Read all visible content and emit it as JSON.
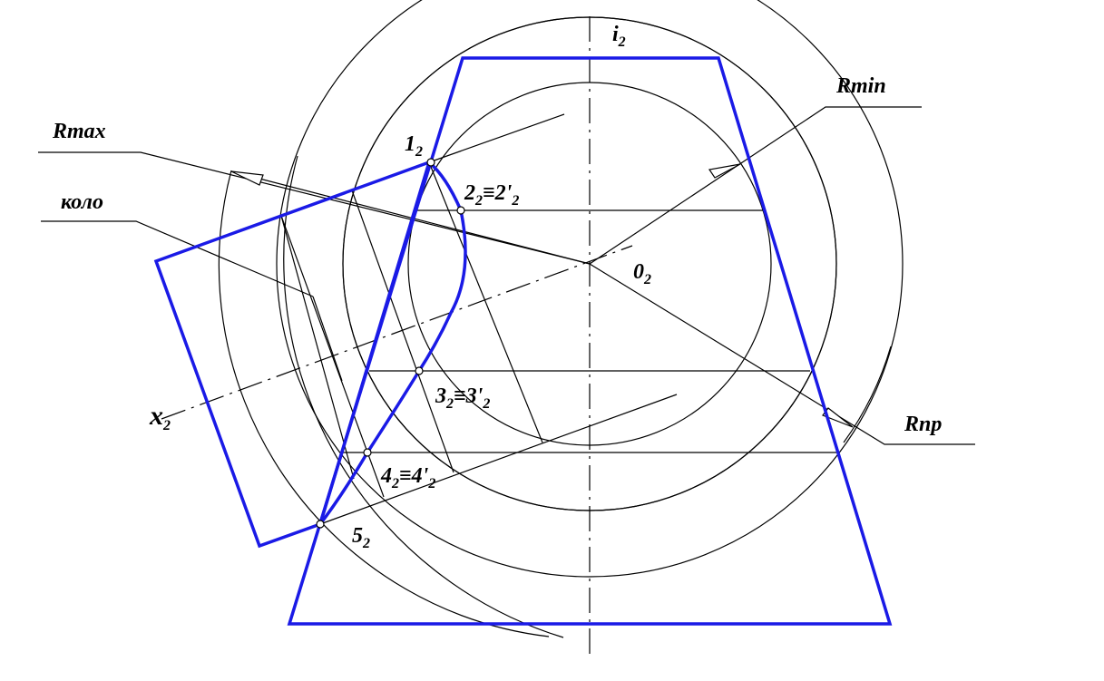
{
  "labels": {
    "i": {
      "main": "i",
      "sub": "2"
    },
    "rmin": "Rmin",
    "rmax": "Rmax",
    "kolo": "коло",
    "o": {
      "main": "0",
      "sub": "2"
    },
    "rnp": "Rnp",
    "x": {
      "main": "x",
      "sub": "2"
    },
    "p1": {
      "main": "1",
      "sub": "2"
    },
    "p2": {
      "main": "2",
      "sub": "2",
      "eq": "≡2'",
      "sub2": "2"
    },
    "p3": {
      "main": "3",
      "sub": "2",
      "eq": "≡3'",
      "sub2": "2"
    },
    "p4": {
      "main": "4",
      "sub": "2",
      "eq": "≡4'",
      "sub2": "2"
    },
    "p5": {
      "main": "5",
      "sub": "2"
    }
  },
  "colors": {
    "outline": "#1a1ae6",
    "line": "#000000",
    "background": "#ffffff"
  }
}
